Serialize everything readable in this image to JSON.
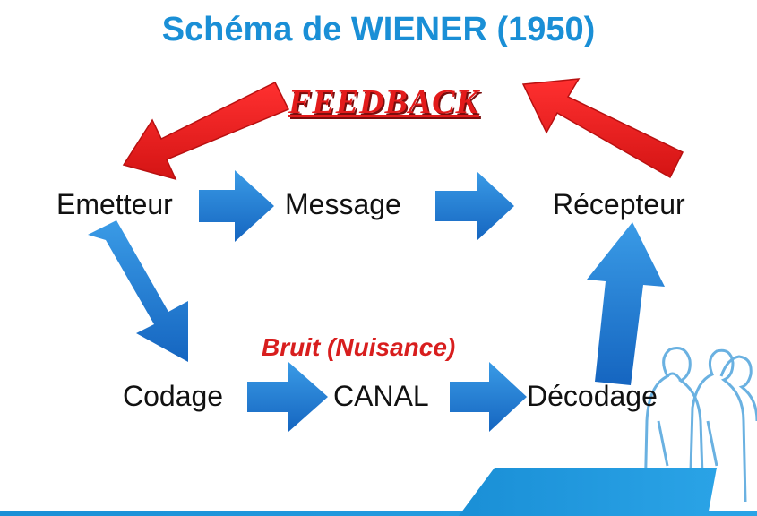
{
  "title": "Schéma de WIENER (1950)",
  "feedback_label": "FEEDBACK",
  "noise_label": "Bruit (Nuisance)",
  "nodes": {
    "emetteur": "Emetteur",
    "message": "Message",
    "recepteur": "Récepteur",
    "codage": "Codage",
    "canal": "CANAL",
    "decodage": "Décodage"
  },
  "colors": {
    "title": "#1a8fd6",
    "flow_arrow": "#1f7fd4",
    "feedback_arrow": "#ee2222",
    "noise": "#d81e1e",
    "footer": "#1a8fd6"
  }
}
